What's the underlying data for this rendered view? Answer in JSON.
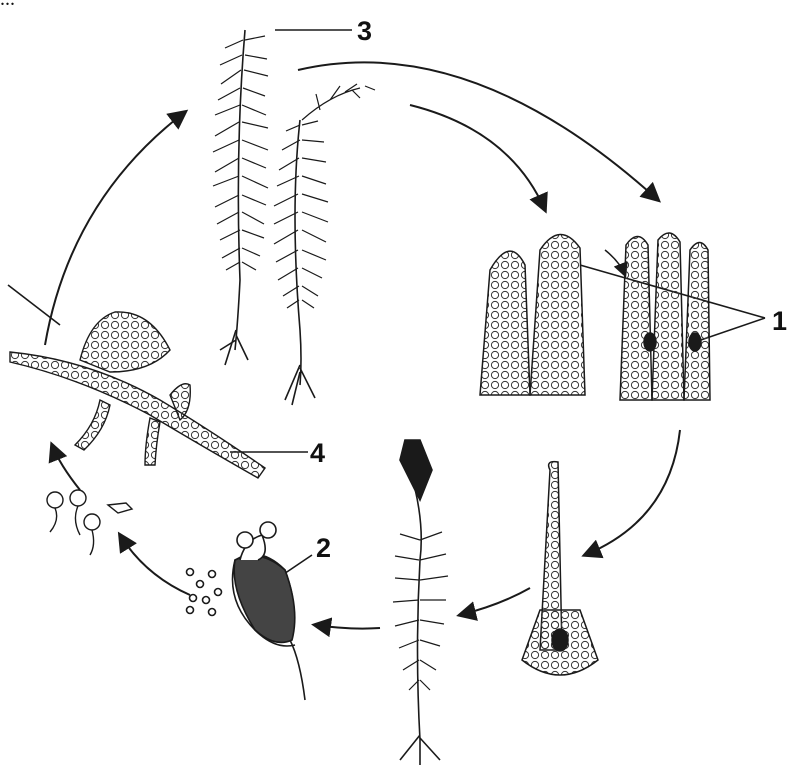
{
  "header_text": "...",
  "labels": {
    "l1": "1",
    "l2": "2",
    "l3": "3",
    "l4": "4"
  },
  "colors": {
    "ink": "#1a1a1a",
    "background": "#ffffff"
  }
}
